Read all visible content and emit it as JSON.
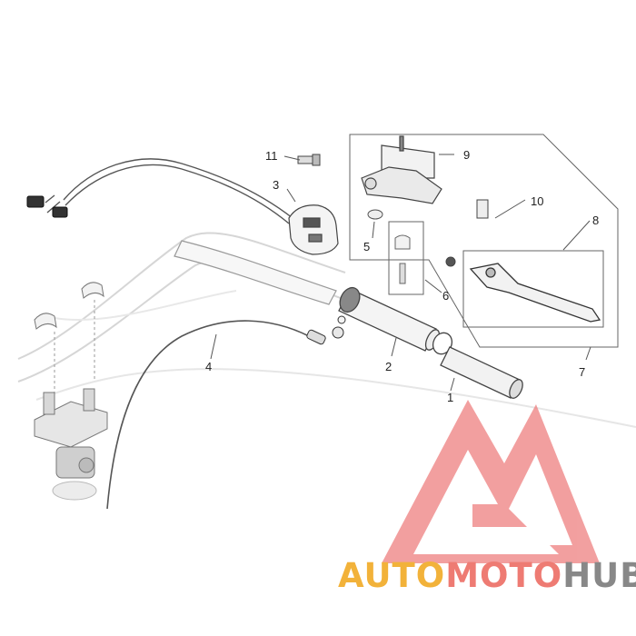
{
  "diagram": {
    "callouts": [
      "1",
      "2",
      "3",
      "4",
      "5",
      "6",
      "7",
      "8",
      "9",
      "10",
      "11"
    ]
  },
  "watermark": {
    "part1": "AUTO",
    "part2": "MOTO",
    "part3": "HUB",
    "colors": {
      "part1": "#f2b23a",
      "part2": "#ee7b73",
      "part3": "#888888",
      "logo": "#ee8080"
    }
  }
}
